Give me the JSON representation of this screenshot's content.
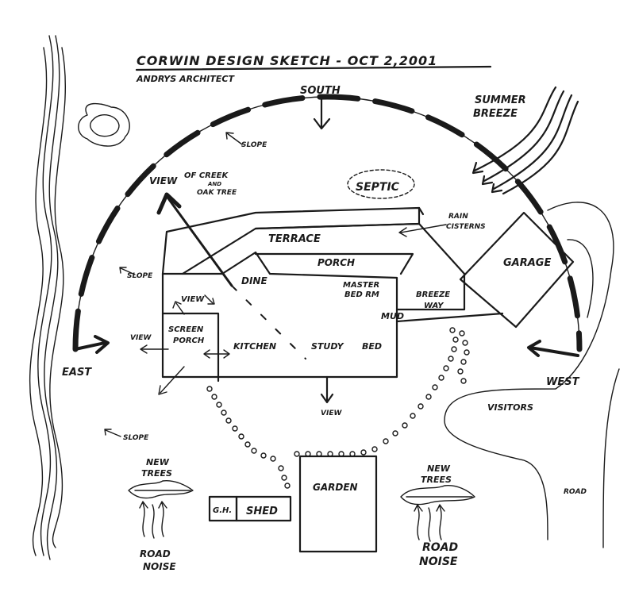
{
  "header": {
    "title": "CORWIN DESIGN SKETCH - OCT 2,2001",
    "subtitle": "ANDRYS ARCHITECT"
  },
  "compass": {
    "south": "SOUTH",
    "east": "EAST",
    "west": "WEST"
  },
  "site_labels": {
    "summer_breeze_1": "SUMMER",
    "summer_breeze_2": "BREEZE",
    "slope_top": "SLOPE",
    "slope_left": "SLOPE",
    "slope_bottom": "SLOPE",
    "view_creek_1": "VIEW",
    "view_creek_2": "OF CREEK",
    "view_creek_3": "AND",
    "view_creek_4": "OAK TREE",
    "septic": "SEPTIC",
    "rain_cisterns_1": "RAIN",
    "rain_cisterns_2": "CISTERNS",
    "visitors": "VISITORS",
    "road": "ROAD"
  },
  "rooms": {
    "terrace": "TERRACE",
    "porch": "PORCH",
    "garage": "GARAGE",
    "dine": "DINE",
    "master_1": "MASTER",
    "master_2": "BED RM",
    "breezeway_1": "BREEZE",
    "breezeway_2": "WAY",
    "mud": "MUD",
    "view_porch": "VIEW",
    "view_left": "VIEW",
    "screen_1": "SCREEN",
    "screen_2": "PORCH",
    "kitchen": "KITCHEN",
    "study": "STUDY",
    "bed": "BED",
    "view_bottom": "VIEW"
  },
  "outbuildings": {
    "garden": "GARDEN",
    "gh": "G.H.",
    "shed": "SHED"
  },
  "landscape": {
    "new_trees_left_1": "NEW",
    "new_trees_left_2": "TREES",
    "road_noise_left_1": "ROAD",
    "road_noise_left_2": "NOISE",
    "new_trees_right_1": "NEW",
    "new_trees_right_2": "TREES",
    "road_noise_right_1": "ROAD",
    "road_noise_right_2": "NOISE"
  },
  "colors": {
    "ink": "#1a1a1a",
    "paper": "#ffffff"
  }
}
